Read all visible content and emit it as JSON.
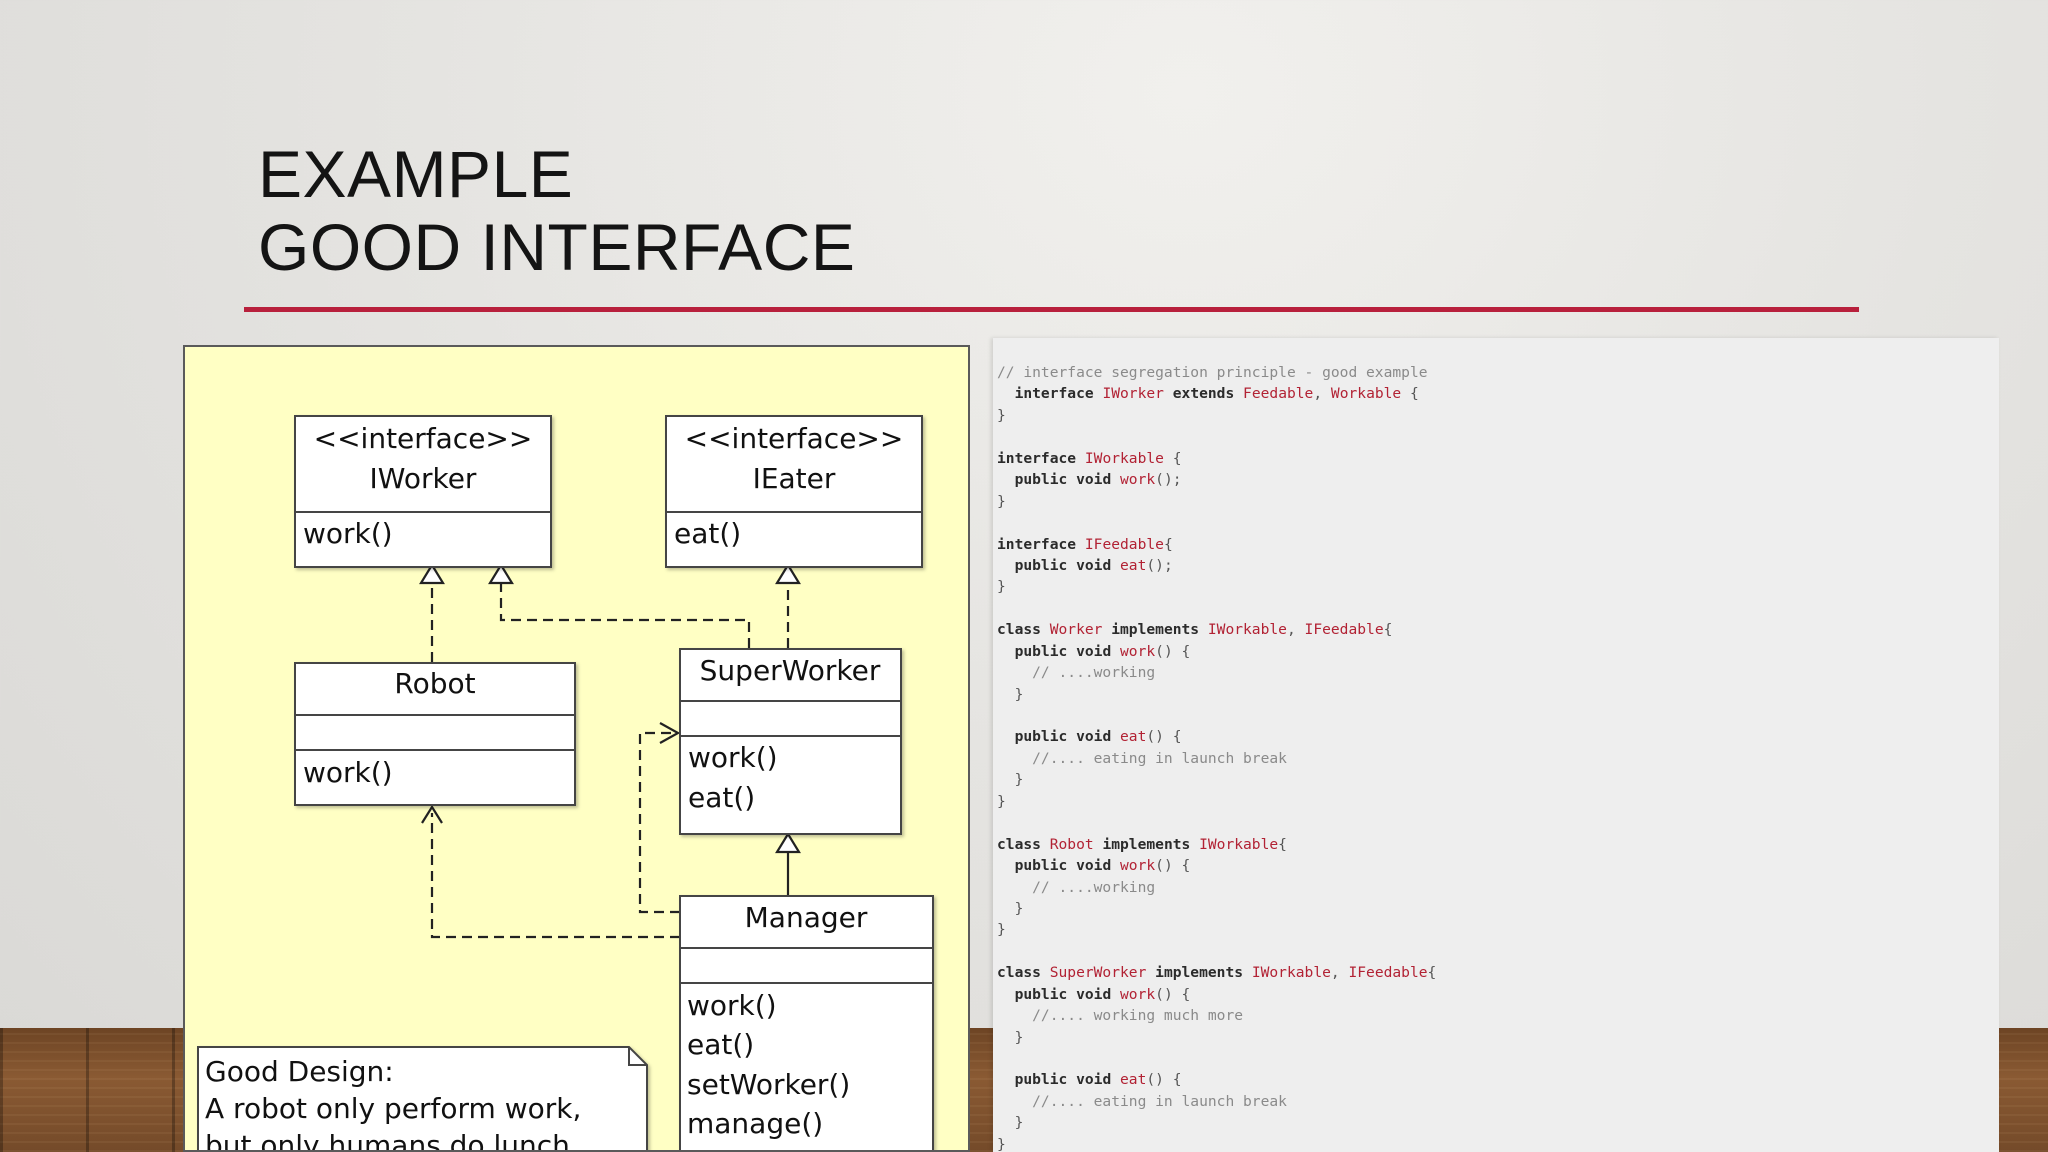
{
  "slide": {
    "title_line1": "EXAMPLE",
    "title_line2": "GOOD INTERFACE"
  },
  "colors": {
    "accent_rule": "#b8203c",
    "diagram_background": "#ffffc4",
    "code_type_color": "#b22234",
    "code_comment_color": "#8a8a8a"
  },
  "diagram": {
    "iworker": {
      "stereotype": "<<interface>>",
      "name": "IWorker",
      "methods": [
        "work()"
      ]
    },
    "ieater": {
      "stereotype": "<<interface>>",
      "name": "IEater",
      "methods": [
        "eat()"
      ]
    },
    "robot": {
      "name": "Robot",
      "methods": [
        "work()"
      ]
    },
    "superworker": {
      "name": "SuperWorker",
      "methods": [
        "work()",
        "eat()"
      ]
    },
    "manager": {
      "name": "Manager",
      "methods": [
        "work()",
        "eat()",
        "setWorker()",
        "manage()"
      ]
    },
    "note": {
      "lines": [
        "Good Design:",
        "A robot only perform work,",
        "but only humans do lunch."
      ]
    }
  },
  "code_lines": [
    [
      [
        "c",
        "// interface segregation principle - good example"
      ]
    ],
    [
      [
        "p",
        "  "
      ],
      [
        "k",
        "interface "
      ],
      [
        "t",
        "IWorker"
      ],
      [
        "k",
        " extends "
      ],
      [
        "t",
        "Feedable"
      ],
      [
        "p",
        ", "
      ],
      [
        "t",
        "Workable"
      ],
      [
        "p",
        " {"
      ]
    ],
    [
      [
        "p",
        "}"
      ]
    ],
    [],
    [
      [
        "k",
        "interface "
      ],
      [
        "t",
        "IWorkable"
      ],
      [
        "p",
        " {"
      ]
    ],
    [
      [
        "p",
        "  "
      ],
      [
        "k",
        "public void "
      ],
      [
        "t",
        "work"
      ],
      [
        "p",
        "();"
      ]
    ],
    [
      [
        "p",
        "}"
      ]
    ],
    [],
    [
      [
        "k",
        "interface "
      ],
      [
        "t",
        "IFeedable"
      ],
      [
        "p",
        "{"
      ]
    ],
    [
      [
        "p",
        "  "
      ],
      [
        "k",
        "public void "
      ],
      [
        "t",
        "eat"
      ],
      [
        "p",
        "();"
      ]
    ],
    [
      [
        "p",
        "}"
      ]
    ],
    [],
    [
      [
        "k",
        "class "
      ],
      [
        "t",
        "Worker"
      ],
      [
        "k",
        " implements "
      ],
      [
        "t",
        "IWorkable"
      ],
      [
        "p",
        ", "
      ],
      [
        "t",
        "IFeedable"
      ],
      [
        "p",
        "{"
      ]
    ],
    [
      [
        "p",
        "  "
      ],
      [
        "k",
        "public void "
      ],
      [
        "t",
        "work"
      ],
      [
        "p",
        "() {"
      ]
    ],
    [
      [
        "c",
        "    // ....working"
      ]
    ],
    [
      [
        "p",
        "  }"
      ]
    ],
    [],
    [
      [
        "p",
        "  "
      ],
      [
        "k",
        "public void "
      ],
      [
        "t",
        "eat"
      ],
      [
        "p",
        "() {"
      ]
    ],
    [
      [
        "c",
        "    //.... eating in launch break"
      ]
    ],
    [
      [
        "p",
        "  }"
      ]
    ],
    [
      [
        "p",
        "}"
      ]
    ],
    [],
    [
      [
        "k",
        "class "
      ],
      [
        "t",
        "Robot"
      ],
      [
        "k",
        " implements "
      ],
      [
        "t",
        "IWorkable"
      ],
      [
        "p",
        "{"
      ]
    ],
    [
      [
        "p",
        "  "
      ],
      [
        "k",
        "public void "
      ],
      [
        "t",
        "work"
      ],
      [
        "p",
        "() {"
      ]
    ],
    [
      [
        "c",
        "    // ....working"
      ]
    ],
    [
      [
        "p",
        "  }"
      ]
    ],
    [
      [
        "p",
        "}"
      ]
    ],
    [],
    [
      [
        "k",
        "class "
      ],
      [
        "t",
        "SuperWorker"
      ],
      [
        "k",
        " implements "
      ],
      [
        "t",
        "IWorkable"
      ],
      [
        "p",
        ", "
      ],
      [
        "t",
        "IFeedable"
      ],
      [
        "p",
        "{"
      ]
    ],
    [
      [
        "p",
        "  "
      ],
      [
        "k",
        "public void "
      ],
      [
        "t",
        "work"
      ],
      [
        "p",
        "() {"
      ]
    ],
    [
      [
        "c",
        "    //.... working much more"
      ]
    ],
    [
      [
        "p",
        "  }"
      ]
    ],
    [],
    [
      [
        "p",
        "  "
      ],
      [
        "k",
        "public void "
      ],
      [
        "t",
        "eat"
      ],
      [
        "p",
        "() {"
      ]
    ],
    [
      [
        "c",
        "    //.... eating in launch break"
      ]
    ],
    [
      [
        "p",
        "  }"
      ]
    ],
    [
      [
        "p",
        "}"
      ]
    ]
  ]
}
